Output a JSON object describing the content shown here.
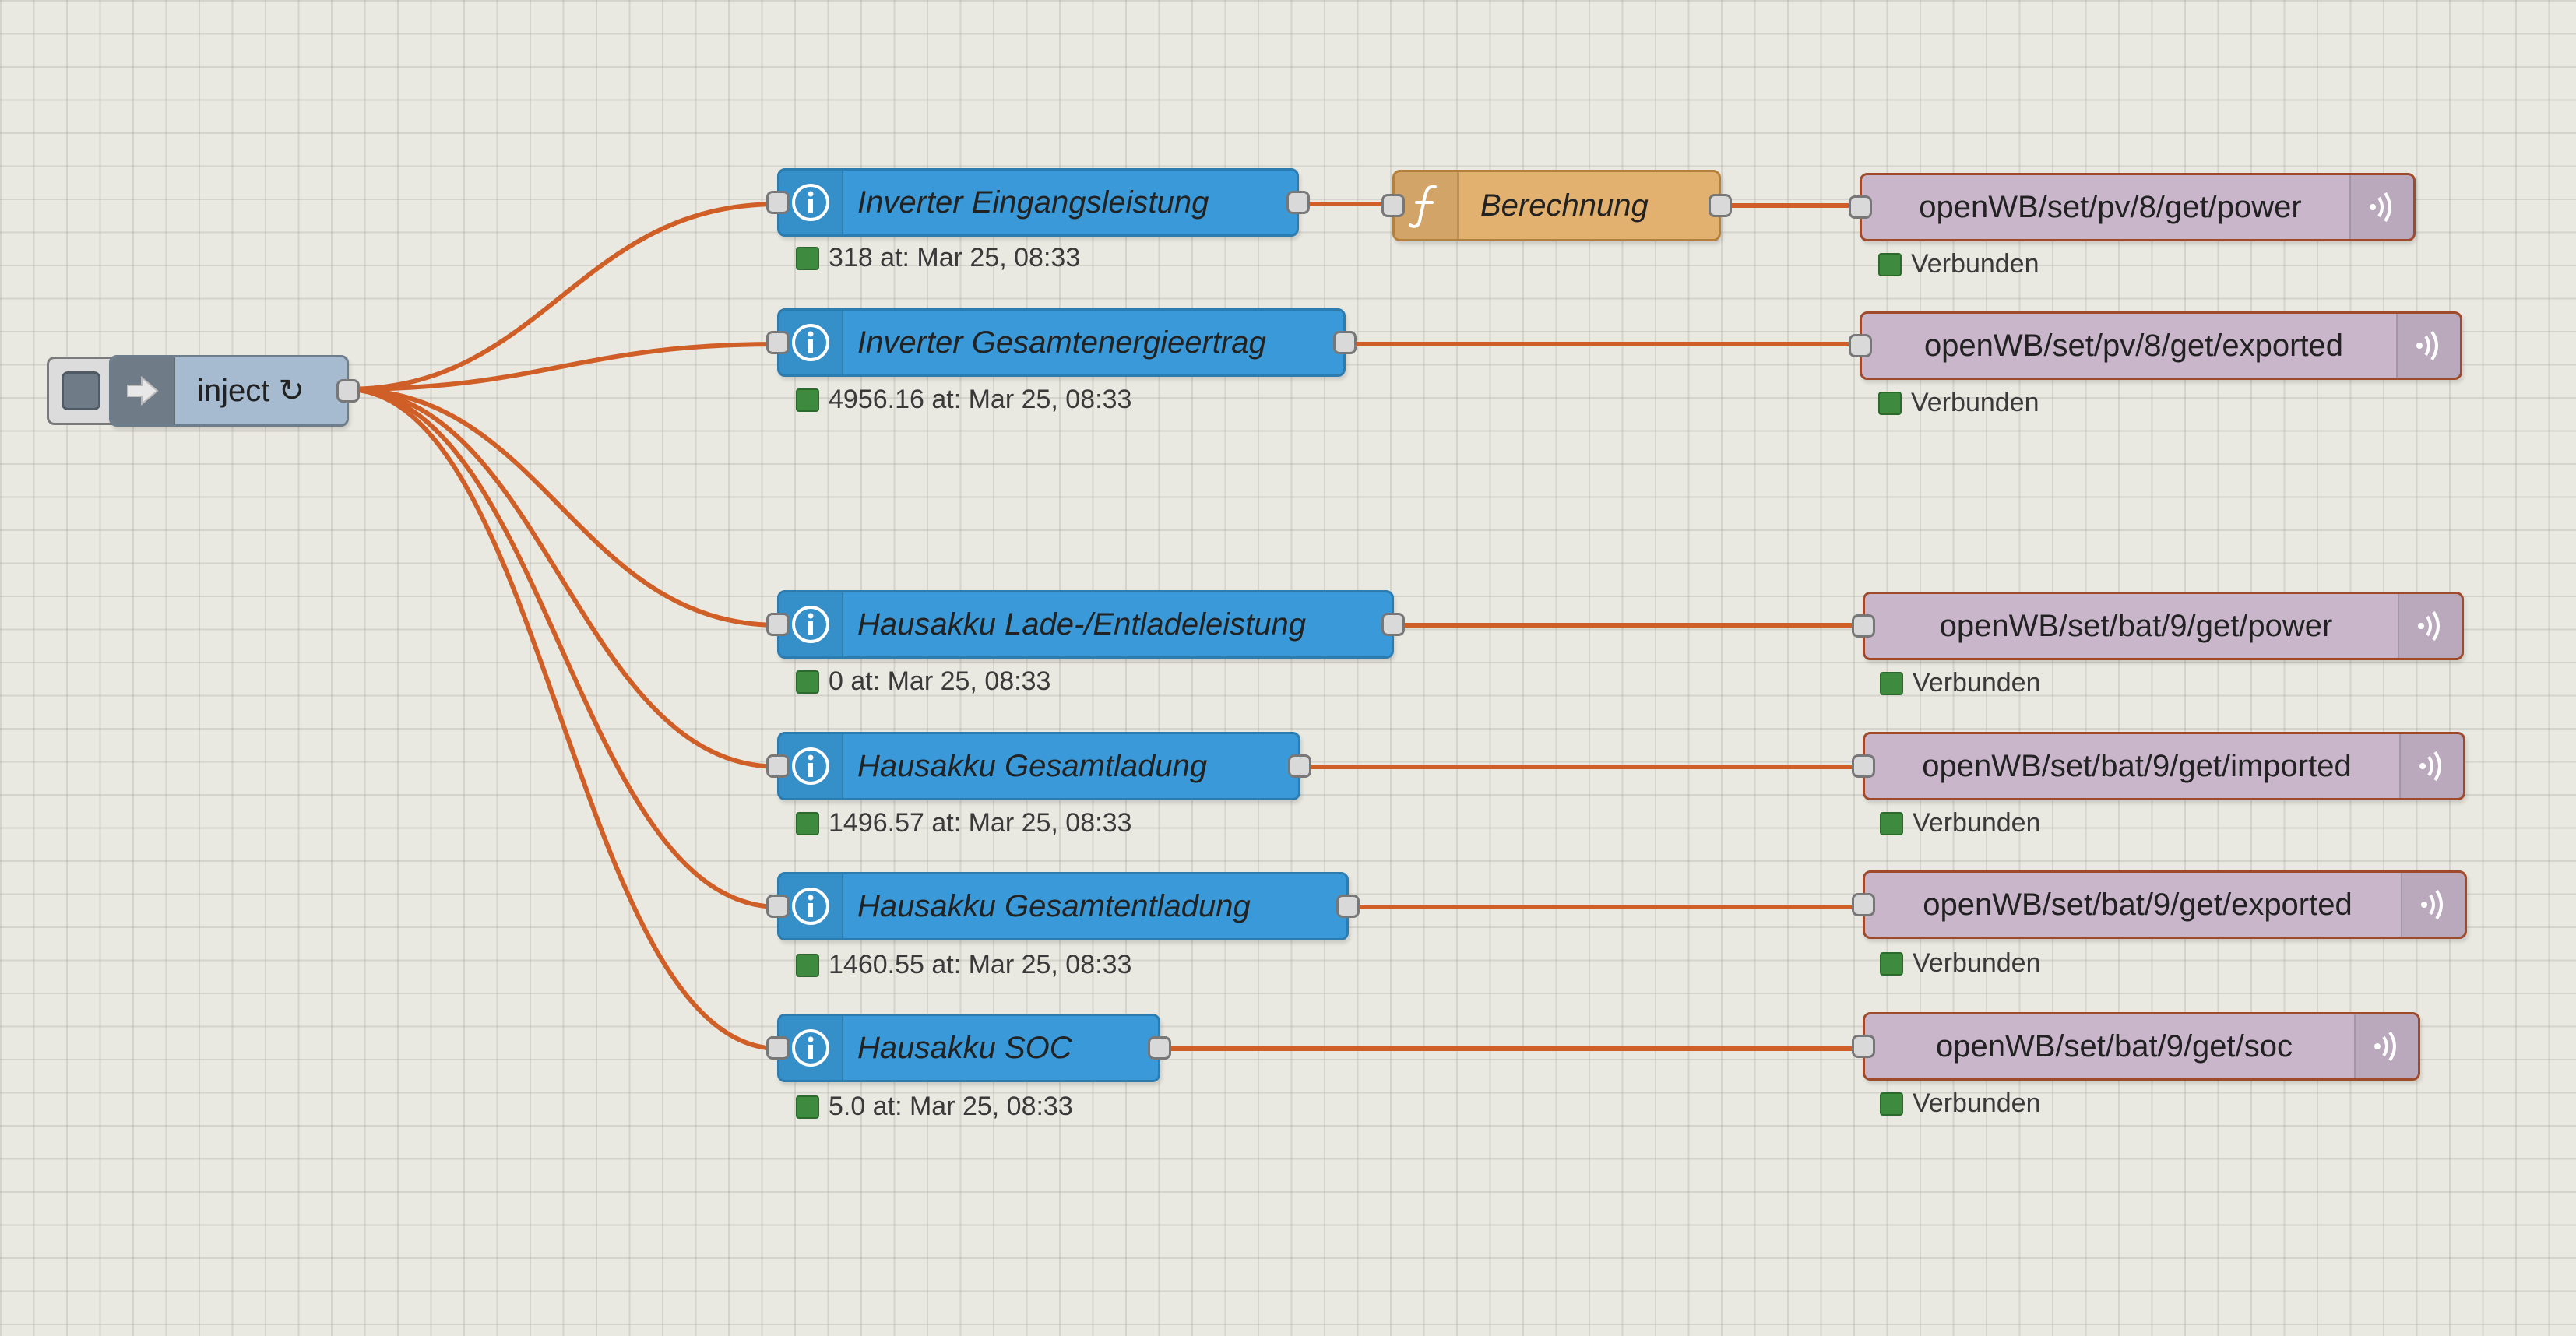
{
  "colors": {
    "canvas": "#e9e8e1",
    "wire": "#cf5f27",
    "debug_node": "#3a9ad9",
    "function_node": "#e3b16f",
    "mqtt_node": "#c9b6cb",
    "inject_node": "#a6bbcf",
    "status_connected": "#3e8a3e"
  },
  "inject": {
    "label": "inject ↻",
    "icon": "arrow-in-icon",
    "button_icon": "inject-button-icon"
  },
  "debug_nodes": [
    {
      "label": "Inverter Eingangsleistung",
      "status": "318 at: Mar 25, 08:33",
      "icon": "info-icon"
    },
    {
      "label": "Inverter Gesamtenergieertrag",
      "status": "4956.16 at: Mar 25, 08:33",
      "icon": "info-icon"
    },
    {
      "label": "Hausakku Lade-/Entladeleistung",
      "status": "0 at: Mar 25, 08:33",
      "icon": "info-icon"
    },
    {
      "label": "Hausakku Gesamtladung",
      "status": "1496.57 at: Mar 25, 08:33",
      "icon": "info-icon"
    },
    {
      "label": "Hausakku Gesamtentladung",
      "status": "1460.55 at: Mar 25, 08:33",
      "icon": "info-icon"
    },
    {
      "label": "Hausakku SOC",
      "status": "5.0 at: Mar 25, 08:33",
      "icon": "info-icon"
    }
  ],
  "function_node": {
    "label": "Berechnung",
    "icon": "function-icon"
  },
  "mqtt_nodes": [
    {
      "label": "openWB/set/pv/8/get/power",
      "status": "Verbunden",
      "icon": "mqtt-icon"
    },
    {
      "label": "openWB/set/pv/8/get/exported",
      "status": "Verbunden",
      "icon": "mqtt-icon"
    },
    {
      "label": "openWB/set/bat/9/get/power",
      "status": "Verbunden",
      "icon": "mqtt-icon"
    },
    {
      "label": "openWB/set/bat/9/get/imported",
      "status": "Verbunden",
      "icon": "mqtt-icon"
    },
    {
      "label": "openWB/set/bat/9/get/exported",
      "status": "Verbunden",
      "icon": "mqtt-icon"
    },
    {
      "label": "openWB/set/bat/9/get/soc",
      "status": "Verbunden",
      "icon": "mqtt-icon"
    }
  ]
}
